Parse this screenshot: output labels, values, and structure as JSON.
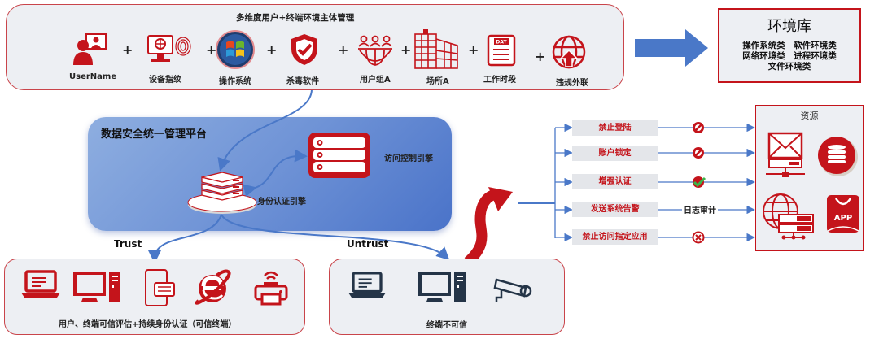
{
  "top_panel": {
    "title": "多维度用户+终端环境主体管理",
    "items": [
      {
        "label": "UserName",
        "icon": "user-with-monitor-icon"
      },
      {
        "label": "设备指纹",
        "icon": "device-fingerprint-icon"
      },
      {
        "label": "操作系统",
        "icon": "windows-os-icon"
      },
      {
        "label": "杀毒软件",
        "icon": "antivirus-shield-icon"
      },
      {
        "label": "用户组A",
        "icon": "user-group-icon"
      },
      {
        "label": "场所A",
        "icon": "building-icon"
      },
      {
        "label": "工作时段",
        "icon": "day-calendar-icon"
      },
      {
        "label": "违规外联",
        "icon": "globe-upload-icon"
      }
    ],
    "separator": "+"
  },
  "env_library": {
    "title": "环境库",
    "lines": [
      "操作系统类　软件环境类",
      "网络环境类　进程环境类",
      "文件环境类"
    ]
  },
  "platform": {
    "title": "数据安全统一管理平台",
    "auth_engine": "身份认证引擎",
    "access_engine": "访问控制引擎"
  },
  "branches": {
    "trust": "Trust",
    "untrust": "Untrust"
  },
  "trusted_panel": {
    "caption": "用户、终端可信评估+持续身份认证（可信终端）",
    "icons": [
      "laptop-icon",
      "desktop-computer-icon",
      "tablet-icon",
      "ie-browser-icon",
      "printer-icon"
    ]
  },
  "untrusted_panel": {
    "caption": "终端不可信",
    "icons": [
      "laptop-icon",
      "desktop-computer-icon",
      "security-camera-icon"
    ]
  },
  "actions": [
    {
      "label": "禁止登陆",
      "status": "forbidden-icon"
    },
    {
      "label": "账户锁定",
      "status": "forbidden-icon"
    },
    {
      "label": "增强认证",
      "status": "check-icon"
    },
    {
      "label": "发送系统告警",
      "status_text": "日志审计"
    },
    {
      "label": "禁止访问指定应用",
      "status": "x-circle-icon"
    }
  ],
  "resources": {
    "title": "资源",
    "items": [
      "mail-server-icon",
      "database-icon",
      "web-server-icon",
      "app-store-icon"
    ],
    "app_label": "APP"
  },
  "colors": {
    "brand_red": "#c4141b",
    "flow_blue": "#4a78c8",
    "panel_bg": "#edeff3"
  },
  "calendar_label": "DAY"
}
